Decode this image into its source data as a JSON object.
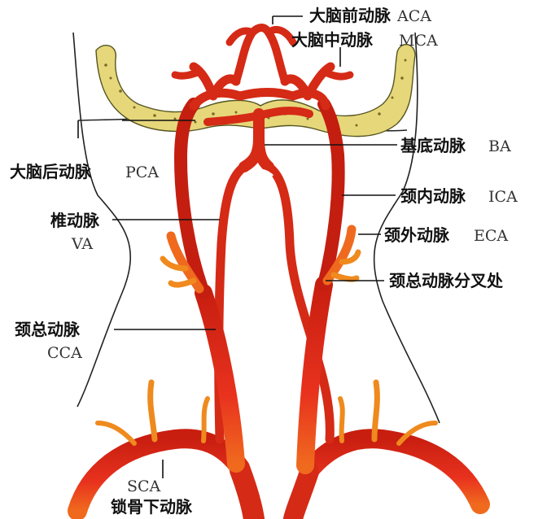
{
  "labels": {
    "aca": {
      "zh": "大脑前动脉",
      "en": "ACA"
    },
    "mca": {
      "zh": "大脑中动脉",
      "en": "MCA"
    },
    "ba": {
      "zh": "基底动脉",
      "en": "BA"
    },
    "pca": {
      "zh": "大脑后动脉",
      "en": "PCA"
    },
    "ica": {
      "zh": "颈内动脉",
      "en": "ICA"
    },
    "va": {
      "zh": "椎动脉",
      "en": "VA"
    },
    "eca": {
      "zh": "颈外动脉",
      "en": "ECA"
    },
    "bifurcation": {
      "zh": "颈总动脉分叉处"
    },
    "cca": {
      "zh": "颈总动脉",
      "en": "CCA"
    },
    "sca": {
      "zh": "锁骨下动脉",
      "en": "SCA"
    }
  },
  "colors": {
    "artery": "#e8321e",
    "artery_dark": "#b81c0e",
    "artery_light": "#f7a11e",
    "bone": "#e6d77a",
    "bone_dots": "#7a6a2a",
    "outline": "#222222"
  }
}
